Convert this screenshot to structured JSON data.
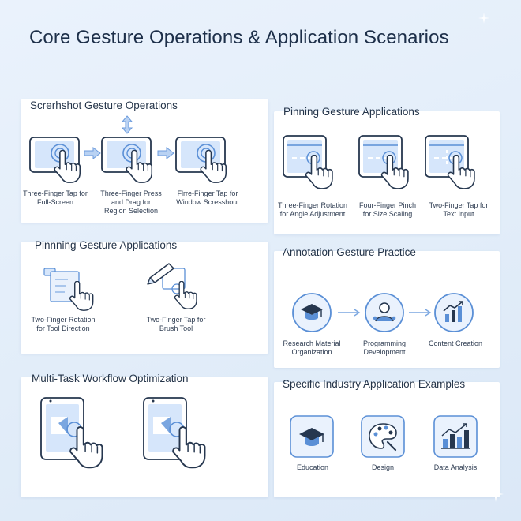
{
  "title": "Core Gesture Operations & Application Scenarios",
  "colors": {
    "background": "#e4eefa",
    "panel": "#ffffff",
    "accent": "#4a82d0",
    "icon_fill": "#d9e8fb",
    "text": "#1d2f49"
  },
  "panels": {
    "screenshot": {
      "title": "Screrhshot Gesture Operations",
      "items": [
        {
          "caption": "Three-Finger Tap for\nFull-Screen",
          "icon": "tablet-tap-icon"
        },
        {
          "caption": "Three-Finger Press\nand Drag for\nRegion Selection",
          "icon": "tablet-drag-icon"
        },
        {
          "caption": "Flrre-Finger Tap for\nWindow Scresshout",
          "icon": "tablet-tap-icon"
        }
      ]
    },
    "pinning_right": {
      "title": "Pinning Gesture Applications",
      "items": [
        {
          "caption": "Three-Finger Rotation\nfor Angle Adjustment",
          "icon": "tablet-rotate-icon"
        },
        {
          "caption": "Four-Finger Pinch\nfor Size Scaling",
          "icon": "tablet-pinch-icon"
        },
        {
          "caption": "Two-Finger Tap for\nText Input",
          "icon": "tablet-text-icon"
        }
      ]
    },
    "pinning_left": {
      "title": "Pinnning Gesture Applications",
      "items": [
        {
          "caption": "Two-Finger Rotation\nfor Tool Direction",
          "icon": "tool-rotate-icon"
        },
        {
          "caption": "Two-Finger Tap for\nBrush Tool",
          "icon": "brush-icon"
        }
      ]
    },
    "annotation": {
      "title": "Annotation Gesture Practice",
      "items": [
        {
          "caption": "Research Material\nOrganization",
          "icon": "graduation-cap-icon"
        },
        {
          "caption": "Programming\nDevelopment",
          "icon": "person-network-icon"
        },
        {
          "caption": "Content Creation",
          "icon": "growth-chart-icon"
        }
      ]
    },
    "multitask": {
      "title": "Multi-Task Workflow Optimization",
      "items": [
        {
          "icon": "phone-split-icon"
        },
        {
          "icon": "phone-split-icon"
        }
      ]
    },
    "industry": {
      "title": "Specific Industry Application Examples",
      "items": [
        {
          "caption": "Education",
          "icon": "graduation-cap-icon"
        },
        {
          "caption": "Design",
          "icon": "palette-icon"
        },
        {
          "caption": "Data Analysis",
          "icon": "bar-chart-icon"
        }
      ]
    }
  }
}
